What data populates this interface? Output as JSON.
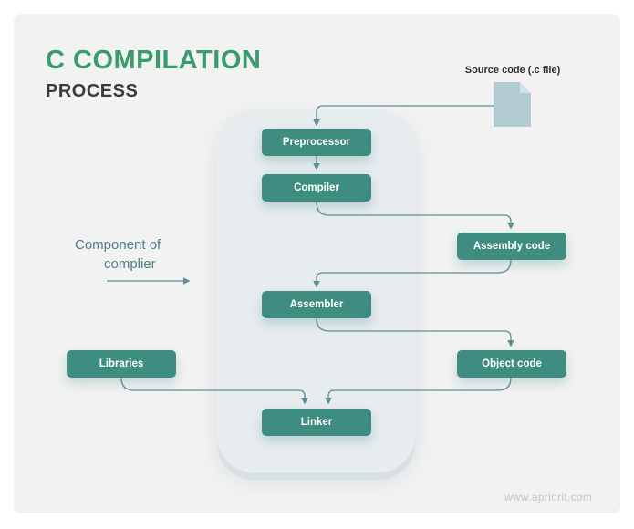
{
  "header": {
    "title": "C COMPILATION",
    "subtitle": "PROCESS"
  },
  "source": {
    "label": "Source code (.c file)",
    "icon": "file-icon"
  },
  "annotation": {
    "line1": "Component of",
    "line2": "complier"
  },
  "nodes": {
    "preprocessor": "Preprocessor",
    "compiler": "Compiler",
    "assembly_code": "Assembly code",
    "assembler": "Assembler",
    "libraries": "Libraries",
    "object_code": "Object code",
    "linker": "Linker"
  },
  "footer": {
    "watermark": "www.apriorit.com"
  },
  "colors": {
    "title_green": "#3a9b6e",
    "node_teal": "#3f8c80",
    "connector": "#5e8f95",
    "panel": "#e7ecef",
    "file_icon": "#b3cbd3"
  }
}
